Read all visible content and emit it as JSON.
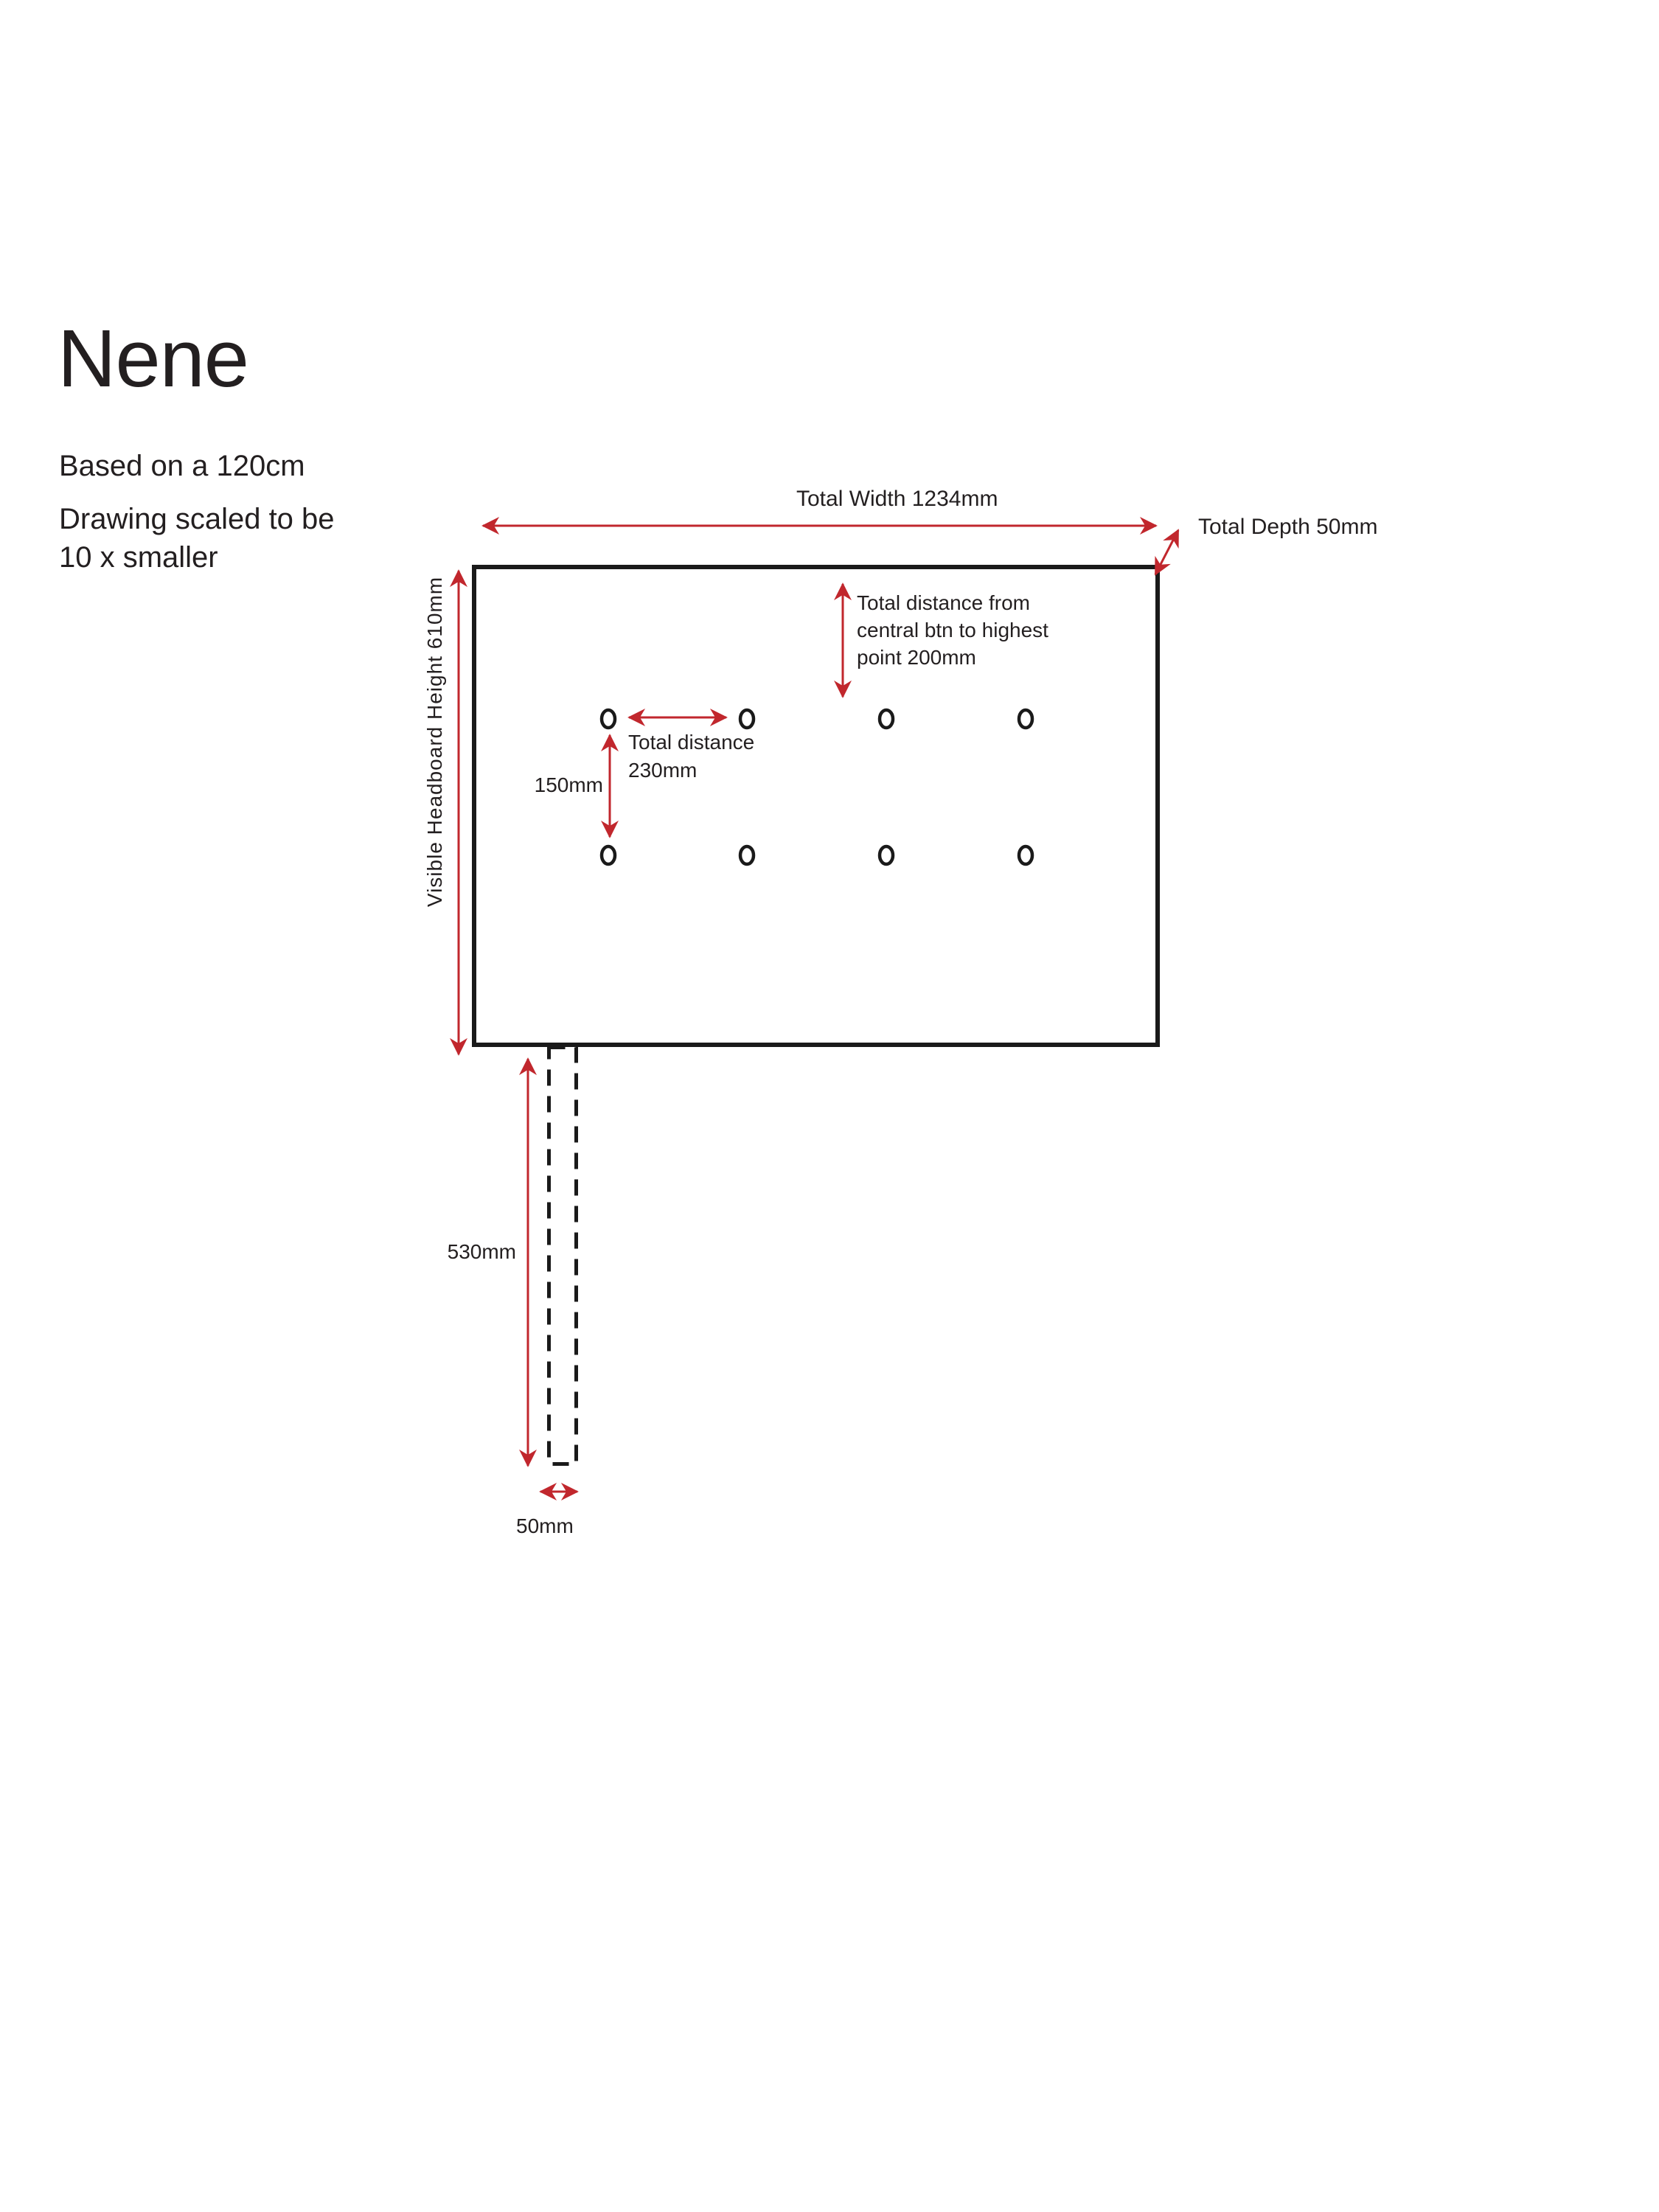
{
  "header": {
    "title": "Nene",
    "note1": "Based on a 120cm",
    "note2_lines": [
      "Drawing scaled to be",
      "10 x smaller"
    ]
  },
  "drawing": {
    "total_width_label": "Total Width 1234mm",
    "total_depth_label": "Total Depth 50mm",
    "visible_height_label": "Visible Headboard Height 610mm",
    "btn_to_top_lines": [
      "Total distance from",
      "central btn to highest",
      "point 200mm"
    ],
    "btn_spacing_lines": [
      "Total distance",
      "230mm"
    ],
    "btn_row_spacing_label": "150mm",
    "leg_length_label": "530mm",
    "leg_width_label": "50mm",
    "buttons": {
      "rows": 2,
      "columns": 4
    }
  },
  "colors": {
    "dimension_red": "#C1272D",
    "ink": "#1A1A1A",
    "background": "#FFFFFF"
  }
}
